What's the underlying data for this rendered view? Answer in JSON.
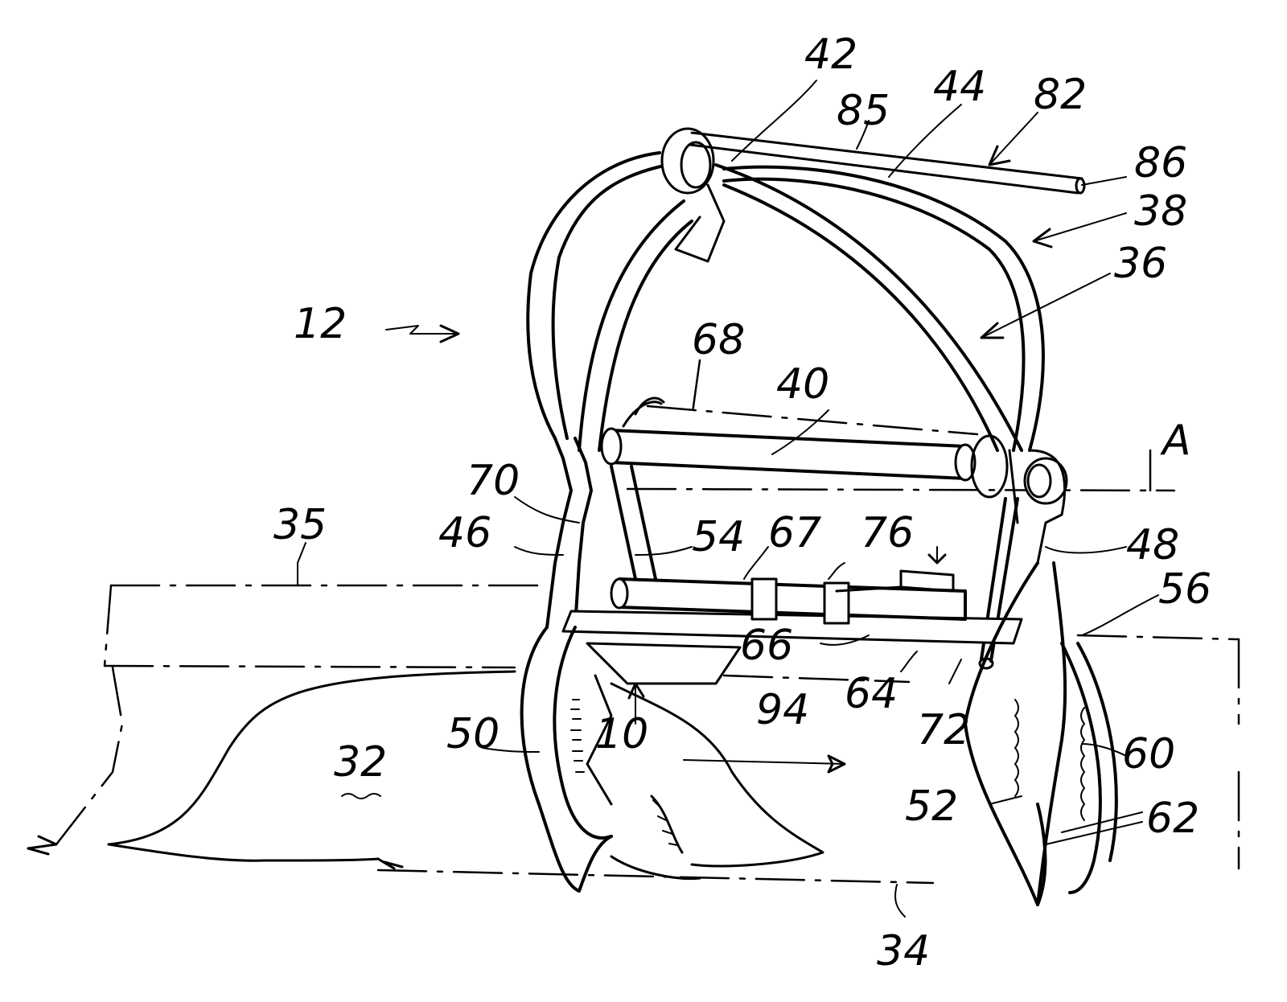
{
  "labels": {
    "l42": "42",
    "l85": "85",
    "l44": "44",
    "l82": "82",
    "l86": "86",
    "l38": "38",
    "l36": "36",
    "l12": "12",
    "l68": "68",
    "l40": "40",
    "lA": "A",
    "l70": "70",
    "l35": "35",
    "l46": "46",
    "l54": "54",
    "l67": "67",
    "l76": "76",
    "l48": "48",
    "l56": "56",
    "l66": "66",
    "l64": "64",
    "l72": "72",
    "l50": "50",
    "l10": "10",
    "l94": "94",
    "l60": "60",
    "l32": "32",
    "l52": "52",
    "l62": "62",
    "l34": "34"
  },
  "colors": {
    "ink": "#000000",
    "paper": "#ffffff"
  }
}
